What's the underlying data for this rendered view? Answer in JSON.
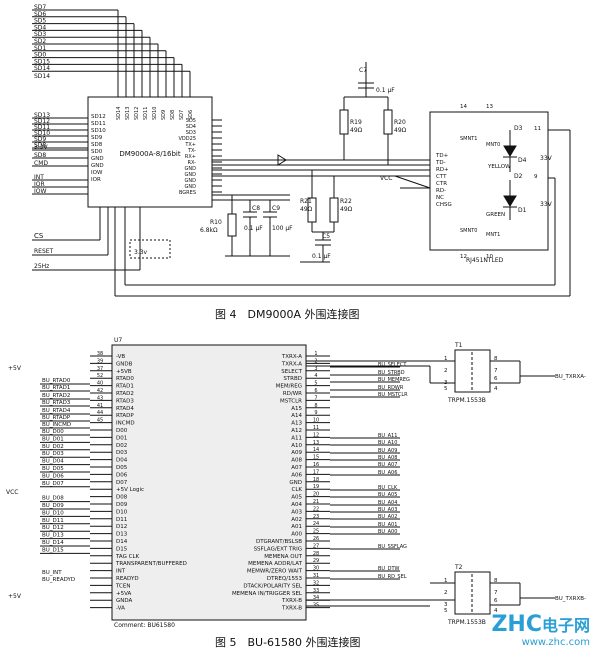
{
  "fig4": {
    "caption": "图 4　DM9000A 外围连接图",
    "chip_label": "DM9000A-8/16bit",
    "sd_left_top": [
      "SD7",
      "SD6",
      "SD5",
      "SD4",
      "SD3",
      "SD2",
      "SD1",
      "SD0",
      "SD15",
      "SD14"
    ],
    "sd_left_mid": [
      "SD13",
      "SD12",
      "SD11",
      "SD10",
      "SD9",
      "SD8"
    ],
    "signals": [
      "3.3V",
      "SD8",
      "CMD",
      "INT",
      "IOR",
      "IOW",
      "CS",
      "RESET",
      "25Hz"
    ],
    "pins_top": [
      "SD14",
      "SD13",
      "SD12",
      "SD11",
      "SD10",
      "SD9",
      "SD8",
      "SD7",
      "SD6"
    ],
    "pins_right": [
      "SD5",
      "SD4",
      "SD3",
      "VDD25",
      "TX+",
      "TX-",
      "RX+",
      "RX-",
      "GND",
      "GND",
      "GND",
      "GND",
      "BGRES"
    ],
    "pins_left": [
      "SD12",
      "SD11",
      "SD10",
      "SD9",
      "SD8",
      "SD0",
      "GND",
      "GND",
      "IOW",
      "IOR"
    ],
    "components": {
      "c7": "C7",
      "c7_val": "0.1 μF",
      "r19": "R19",
      "r19_val": "49Ω",
      "r20": "R20",
      "r20_val": "49Ω",
      "r21": "R21",
      "r21_val": "49Ω",
      "r22": "R22",
      "r22_val": "49Ω",
      "r10": "R10",
      "r10_val": "6.8kΩ",
      "c8": "C8",
      "c8_val": "0.1 μF",
      "c9": "C9",
      "c9_val": "100 μF",
      "c5": "C5",
      "c5_val": "0.1 μF",
      "vcc": "VCC",
      "v33_a": "3.3v",
      "v33_b": "33V",
      "v33_c": "33V"
    },
    "rj45": {
      "label": "RJ451NTLED",
      "pins": [
        "TD+",
        "TD-",
        "RD+",
        "CTT",
        "CTR",
        "RD-",
        "NC",
        "CHSG"
      ],
      "side": [
        "SMNT1",
        "MNT0",
        "SMNT0",
        "MNT1"
      ],
      "leds": [
        "D3",
        "D4",
        "D2",
        "D1"
      ],
      "led_colors": [
        "YELLOW",
        "GREEN"
      ],
      "pin_nums": [
        "14",
        "13",
        "11",
        "9",
        "12",
        "10"
      ]
    }
  },
  "fig5": {
    "caption": "图 5　BU-61580 外围连接图",
    "chip_ref": "U7",
    "chip_comment": "Comment: BU61580",
    "left_pins": [
      {
        "n": "38",
        "name": "-VB"
      },
      {
        "n": "39",
        "name": "GNDB"
      },
      {
        "n": "37",
        "name": "+5VB"
      },
      {
        "n": "52",
        "name": "RTAD0"
      },
      {
        "n": "40",
        "name": "RTAD1"
      },
      {
        "n": "42",
        "name": "RTAD2"
      },
      {
        "n": "43",
        "name": "RTAD3"
      },
      {
        "n": "41",
        "name": "RTAD4"
      },
      {
        "n": "44",
        "name": "RTADP"
      },
      {
        "n": "45",
        "name": "INCMD"
      },
      {
        "n": "",
        "name": "D00"
      },
      {
        "n": "",
        "name": "D01"
      },
      {
        "n": "",
        "name": "D02"
      },
      {
        "n": "",
        "name": "D03"
      },
      {
        "n": "",
        "name": "D04"
      },
      {
        "n": "",
        "name": "D05"
      },
      {
        "n": "",
        "name": "D06"
      },
      {
        "n": "",
        "name": "D07"
      },
      {
        "n": "",
        "name": "+5V Logic"
      },
      {
        "n": "",
        "name": "D08"
      },
      {
        "n": "",
        "name": "D09"
      },
      {
        "n": "",
        "name": "D10"
      },
      {
        "n": "",
        "name": "D11"
      },
      {
        "n": "",
        "name": "D12"
      },
      {
        "n": "",
        "name": "D13"
      },
      {
        "n": "",
        "name": "D14"
      },
      {
        "n": "",
        "name": "D15"
      },
      {
        "n": "",
        "name": "TAG CLK"
      },
      {
        "n": "",
        "name": "TRANSPARENT/BUFFERED"
      },
      {
        "n": "",
        "name": "INT"
      },
      {
        "n": "",
        "name": "READYD"
      },
      {
        "n": "",
        "name": "TCEN"
      },
      {
        "n": "",
        "name": "+5VA"
      },
      {
        "n": "",
        "name": "GNDA"
      },
      {
        "n": "",
        "name": "-VA"
      }
    ],
    "left_nets": [
      "BU_RTAD0",
      "BU_RTAD1",
      "BU_RTAD2",
      "BU_RTAD3",
      "BU_RTAD4",
      "BU_RTADP",
      "BU_INCMD",
      "BU_D00",
      "BU_D01",
      "BU_D02",
      "BU_D03",
      "BU_D04",
      "BU_D05",
      "BU_D06",
      "BU_D07",
      "BU_D08",
      "BU_D09",
      "BU_D10",
      "BU_D11",
      "BU_D12",
      "BU_D13",
      "BU_D14",
      "BU_D15",
      "BU_INT",
      "BU_READYD"
    ],
    "right_pins": [
      {
        "n": "1",
        "name": "TXRX-A"
      },
      {
        "n": "2",
        "name": "TXRX-A"
      },
      {
        "n": "3",
        "name": "SELECT"
      },
      {
        "n": "4",
        "name": "STRBD"
      },
      {
        "n": "5",
        "name": "MEM/REG"
      },
      {
        "n": "6",
        "name": "RD/WR"
      },
      {
        "n": "7",
        "name": "MSTCLR"
      },
      {
        "n": "8",
        "name": "A15"
      },
      {
        "n": "9",
        "name": "A14"
      },
      {
        "n": "10",
        "name": "A13"
      },
      {
        "n": "11",
        "name": "A12"
      },
      {
        "n": "12",
        "name": "A11"
      },
      {
        "n": "13",
        "name": "A10"
      },
      {
        "n": "14",
        "name": "A09"
      },
      {
        "n": "15",
        "name": "A08"
      },
      {
        "n": "16",
        "name": "A07"
      },
      {
        "n": "17",
        "name": "A06"
      },
      {
        "n": "18",
        "name": "GND"
      },
      {
        "n": "19",
        "name": "CLK"
      },
      {
        "n": "20",
        "name": "A05"
      },
      {
        "n": "21",
        "name": "A04"
      },
      {
        "n": "22",
        "name": "A03"
      },
      {
        "n": "23",
        "name": "A02"
      },
      {
        "n": "24",
        "name": "A01"
      },
      {
        "n": "25",
        "name": "A00"
      },
      {
        "n": "26",
        "name": "DTGRANT/BSLSB"
      },
      {
        "n": "27",
        "name": "SSFLAG/EXT TRIG"
      },
      {
        "n": "28",
        "name": "MEMENA OUT"
      },
      {
        "n": "29",
        "name": "MEMENA ADDR/LAT"
      },
      {
        "n": "30",
        "name": "MEMWR/ZERO WAIT"
      },
      {
        "n": "31",
        "name": "DTREQ/1553"
      },
      {
        "n": "32",
        "name": "DTACK/POLARITY SEL"
      },
      {
        "n": "33",
        "name": "MEMENA IN/TRIGGER SEL"
      },
      {
        "n": "34",
        "name": "TXRX-B"
      },
      {
        "n": "35",
        "name": "TXRX-B"
      }
    ],
    "right_nets": [
      "BU_SELECT",
      "BU_STRBD",
      "BU_MEMREG",
      "BU_RDWR",
      "BU_MSTCLR",
      "BU_A11",
      "BU_A10",
      "BU_A09",
      "BU_A08",
      "BU_A07",
      "BU_A06",
      "BU_CLK",
      "BU_A05",
      "BU_A04",
      "BU_A03",
      "BU_A02",
      "BU_A01",
      "BU_A00",
      "BU_SSFLAG",
      "BU_DTW",
      "BU_RD_SEL"
    ],
    "vcc": "VCC",
    "v5_top": "+5V",
    "v5_bot": "+5V",
    "t1": {
      "ref": "T1",
      "part": "TRPM.1553B",
      "net": "BU_TXRXA-",
      "pins": [
        "1",
        "8",
        "2",
        "7",
        "6",
        "3",
        "4",
        "5"
      ]
    },
    "t2": {
      "ref": "T2",
      "part": "TRPM.1553B",
      "net": "BU_TXRXB-",
      "pins": [
        "1",
        "8",
        "2",
        "7",
        "6",
        "3",
        "4",
        "5"
      ]
    }
  },
  "watermark": {
    "brand": "ZHC",
    "sub": "电子网",
    "url": "www.zhc.com"
  }
}
